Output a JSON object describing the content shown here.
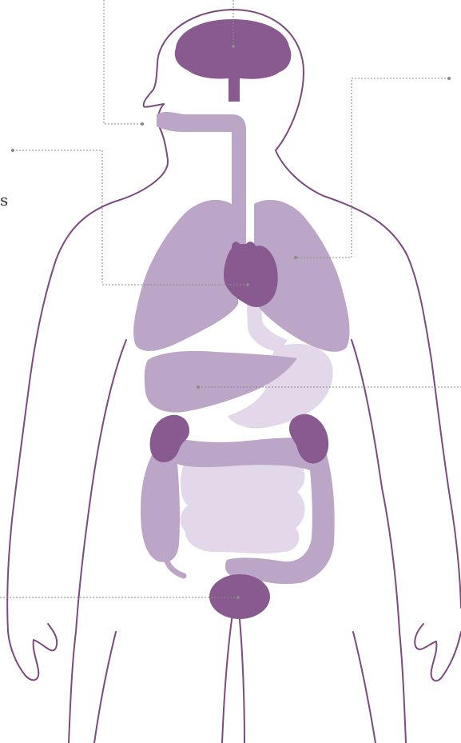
{
  "label_fragment": "s",
  "colors": {
    "outline": "#7b4a7e",
    "dark_organ": "#895a90",
    "mid_organ": "#bca6c8",
    "light_organ": "#e2d8ea",
    "leader_line": "#8a8a8a",
    "background": "#ffffff"
  },
  "organs": [
    "brain",
    "mouth",
    "trachea",
    "lungs",
    "heart",
    "liver",
    "stomach",
    "kidneys",
    "small-intestine",
    "large-intestine",
    "bladder"
  ]
}
